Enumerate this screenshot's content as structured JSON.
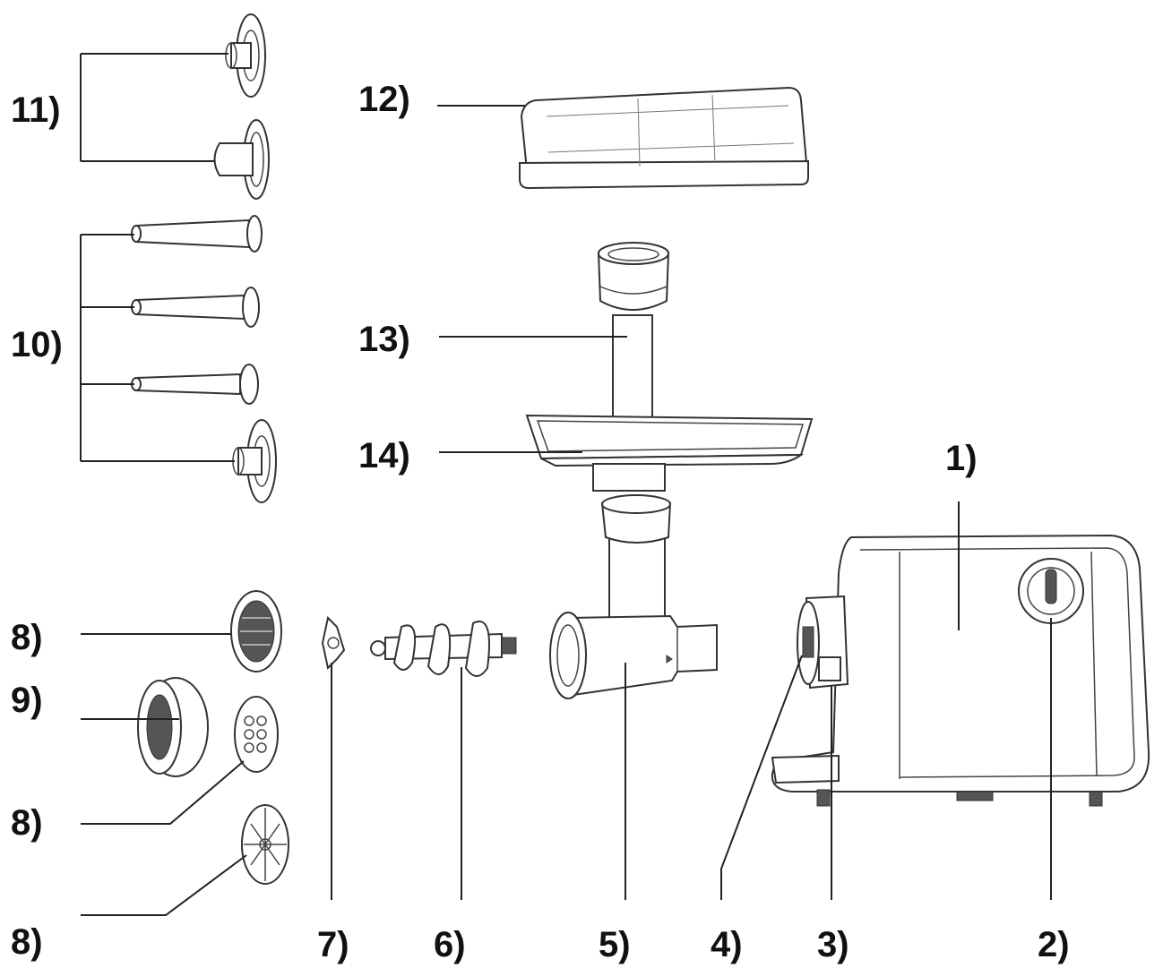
{
  "labels": {
    "l1": "1)",
    "l2": "2)",
    "l3": "3)",
    "l4": "4)",
    "l5": "5)",
    "l6": "6)",
    "l7": "7)",
    "l8a": "8)",
    "l8b": "8)",
    "l8c": "8)",
    "l9": "9)",
    "l10": "10)",
    "l11": "11)",
    "l12": "12)",
    "l13": "13)",
    "l14": "14)"
  }
}
